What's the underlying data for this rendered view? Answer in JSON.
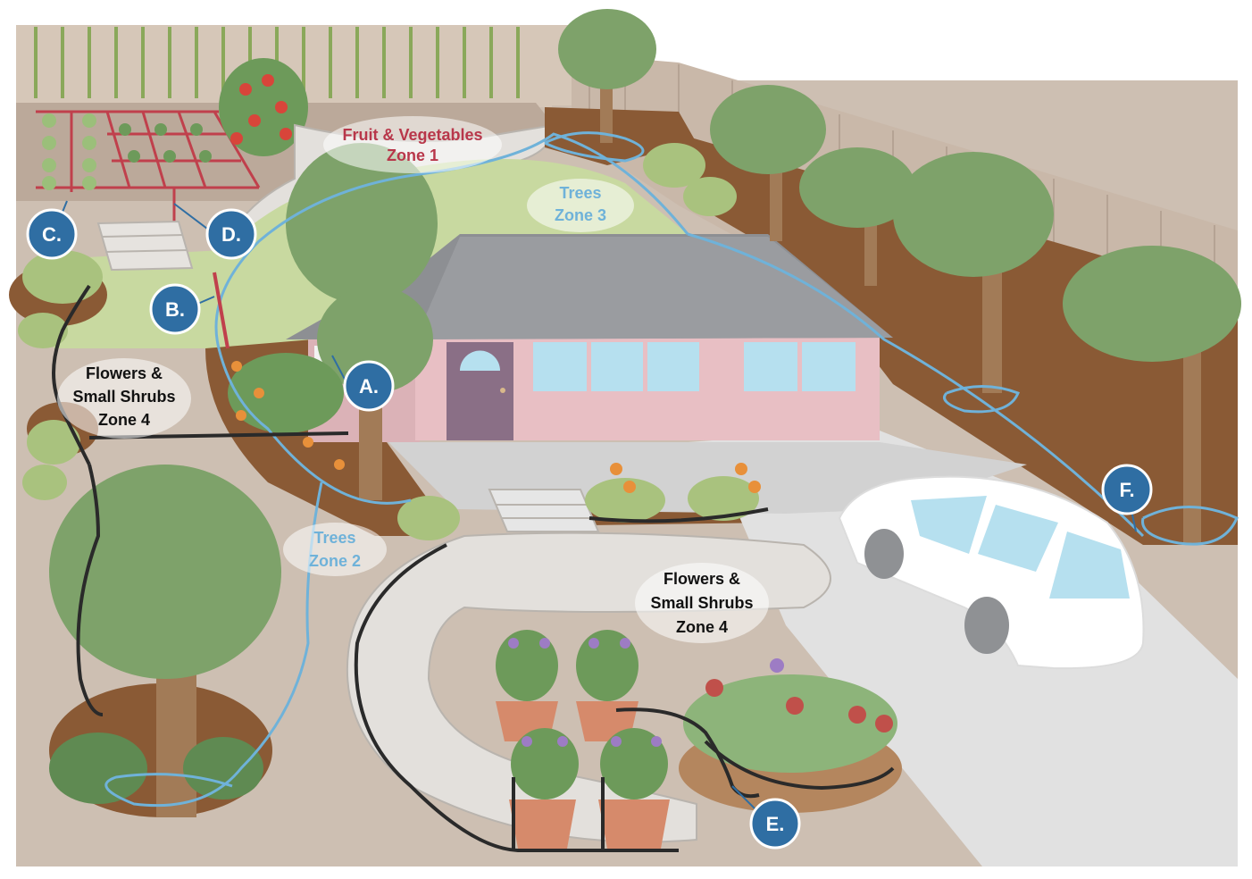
{
  "zones": {
    "fruit_veg": {
      "line1": "Fruit & Vegetables",
      "line2": "Zone 1"
    },
    "trees_back": {
      "line1": "Trees",
      "line2": "Zone 3"
    },
    "trees_front": {
      "line1": "Trees",
      "line2": "Zone 2"
    },
    "flowers_left": {
      "line1": "Flowers &",
      "line2": "Small Shrubs",
      "line3": "Zone 4"
    },
    "flowers_front": {
      "line1": "Flowers &",
      "line2": "Small Shrubs",
      "line3": "Zone 4"
    }
  },
  "markers": [
    "A.",
    "B.",
    "C.",
    "D.",
    "E.",
    "F."
  ],
  "colors": {
    "marker_fill": "#2f6ea3",
    "drip_blue": "#6fb2d9",
    "drip_black": "#2a2a2a",
    "pipe_red": "#c0404c",
    "house": "#e8bfc4",
    "roof": "#8d8f93",
    "lawn": "#c8d9a0",
    "mulch": "#8a5a35",
    "gravel": "#cdbfb2",
    "fence": "#c9b8a9",
    "tree_canopy": "#7ea26a"
  }
}
